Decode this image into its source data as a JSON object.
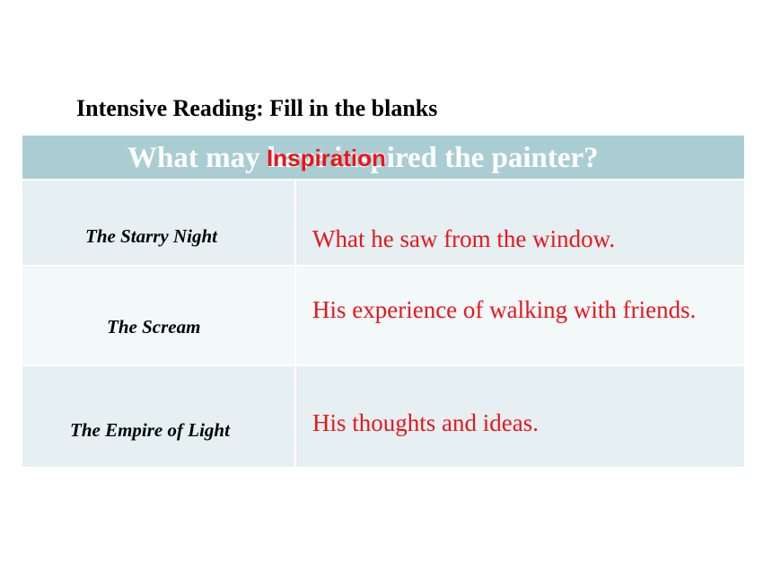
{
  "title": "Intensive Reading: Fill in the blanks",
  "table": {
    "header": {
      "question": "What may have inspired the painter?",
      "overlay_label": "Inspiration"
    },
    "rows": [
      {
        "painting": "The Starry Night",
        "inspiration": "What he saw from the window."
      },
      {
        "painting": "The Scream",
        "inspiration": "His experience of walking with friends."
      },
      {
        "painting": "The Empire of Light",
        "inspiration": "His thoughts and ideas."
      }
    ]
  },
  "colors": {
    "header_background": "#a9cdd3",
    "row_light": "#e6f0f2",
    "row_lighter": "#f3f8f9",
    "answer_text": "#e8161b"
  }
}
